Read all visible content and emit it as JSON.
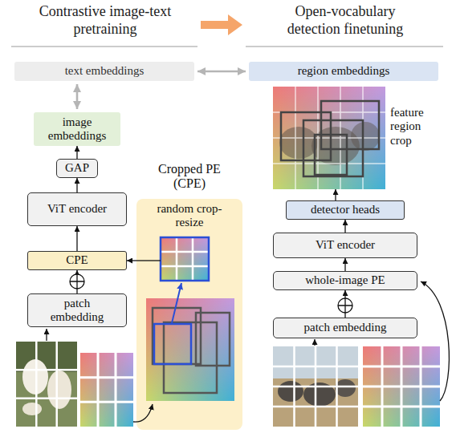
{
  "diagram": {
    "nodes": [
      {
        "text": [
          "text embeddings"
        ]
      },
      {
        "text": [
          "image embeddings"
        ]
      },
      {
        "text": [
          "GAP"
        ]
      },
      {
        "text": [
          "ViT encoder"
        ]
      },
      {
        "text": [
          "CPE"
        ]
      },
      {
        "text": [
          "patch embedding"
        ]
      },
      {
        "text": [
          "Cropped PE (CPE)",
          "random crop-resize"
        ]
      },
      {
        "text": [
          "region embeddings"
        ]
      },
      {
        "text": [
          "feature region crop"
        ]
      },
      {
        "text": [
          "detector heads"
        ]
      },
      {
        "text": [
          "ViT encoder"
        ]
      },
      {
        "text": [
          "whole-image PE"
        ]
      },
      {
        "text": [
          "patch embedding"
        ]
      }
    ],
    "edges": [
      {
        "from": 0,
        "to": 1,
        "arrow": "both"
      },
      {
        "from": 0,
        "to": 7,
        "arrow": "both"
      },
      {
        "from": 2,
        "to": 1,
        "arrow": "to"
      },
      {
        "from": 3,
        "to": 2,
        "arrow": "to"
      },
      {
        "from": 4,
        "to": 3,
        "arrow": "to"
      },
      {
        "from": 5,
        "to": 4,
        "arrow": "to"
      },
      {
        "from": 6,
        "to": 4,
        "arrow": "to"
      },
      {
        "from": 12,
        "to": 11,
        "arrow": "to"
      },
      {
        "from": 11,
        "to": 10,
        "arrow": "to"
      },
      {
        "from": 10,
        "to": 9,
        "arrow": "to"
      },
      {
        "from": 9,
        "to": 8,
        "arrow": "to"
      }
    ],
    "labels": [
      "Contrastive image-text pretraining",
      "Open-vocabulary detection finetuning"
    ]
  }
}
